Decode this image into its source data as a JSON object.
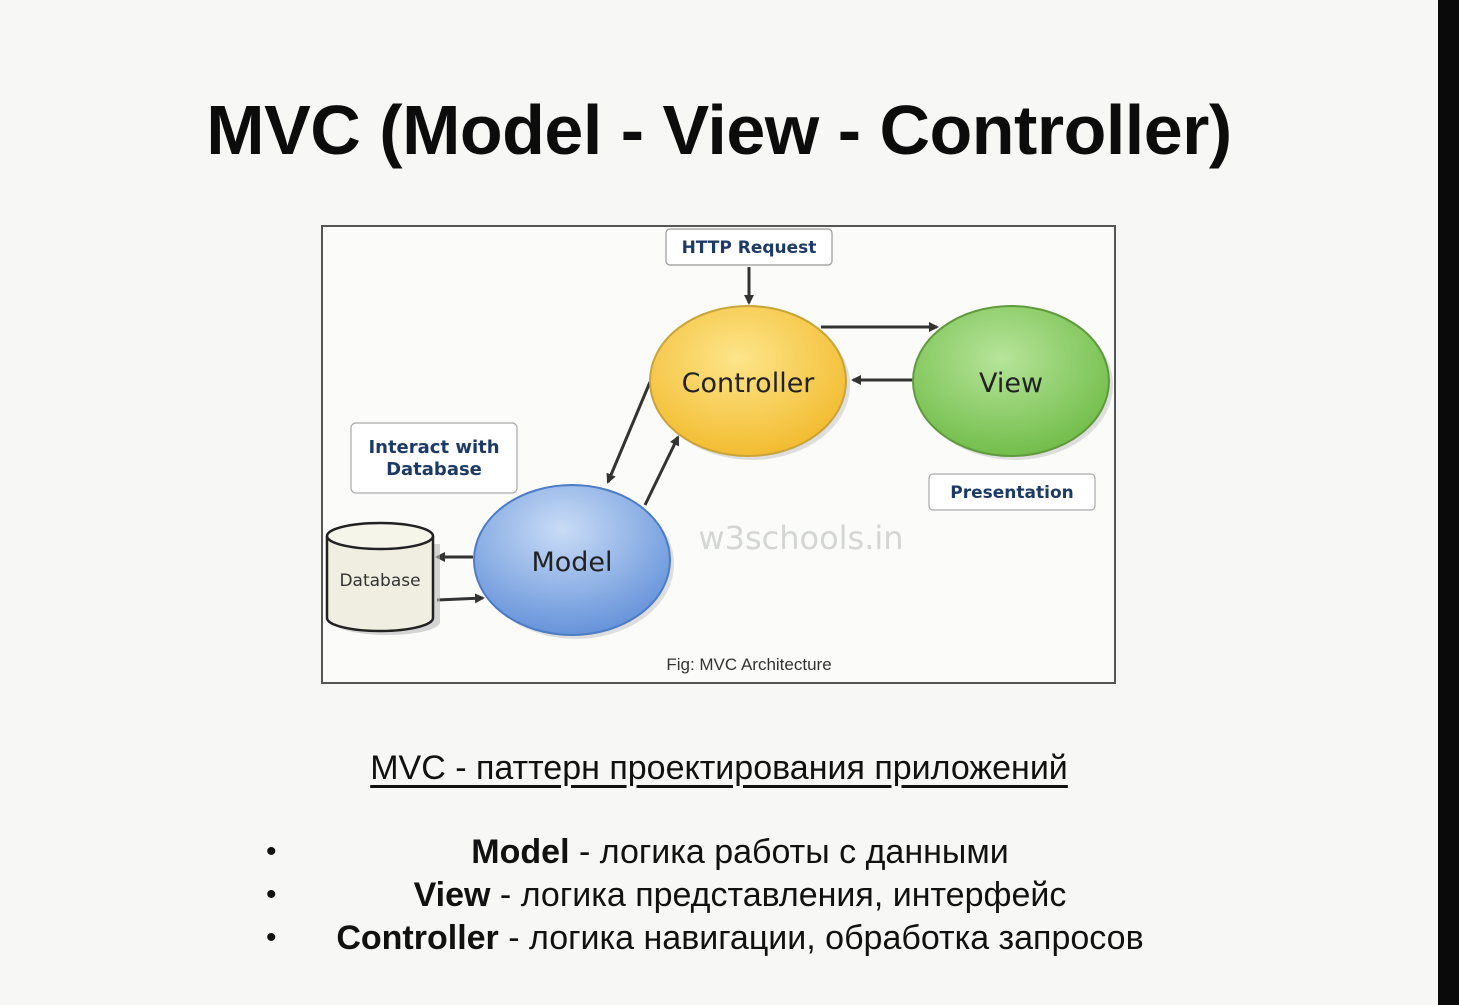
{
  "slide": {
    "title": "MVC (Model - View - Controller)",
    "subtitle": "MVC - паттерн проектирования приложений",
    "bullets": [
      {
        "term": "Model",
        "desc": " - логика работы с данными"
      },
      {
        "term": "View",
        "desc": " - логика представления, интерфейс"
      },
      {
        "term": "Controller",
        "desc": " - логика навигации, обработка запросов"
      }
    ],
    "bullet_symbol": "•"
  },
  "diagram": {
    "http_request": "HTTP Request",
    "controller": "Controller",
    "view": "View",
    "model": "Model",
    "database": "Database",
    "interact_line1": "Interact with",
    "interact_line2": "Database",
    "presentation": "Presentation",
    "watermark": "w3schools.in",
    "caption": "Fig: MVC Architecture",
    "colors": {
      "controller_fill": "#f8cf48",
      "view_fill": "#8fcf6a",
      "model_fill": "#7aa3e0",
      "database_fill": "#efeee0",
      "label_text": "#1d3a66"
    }
  }
}
